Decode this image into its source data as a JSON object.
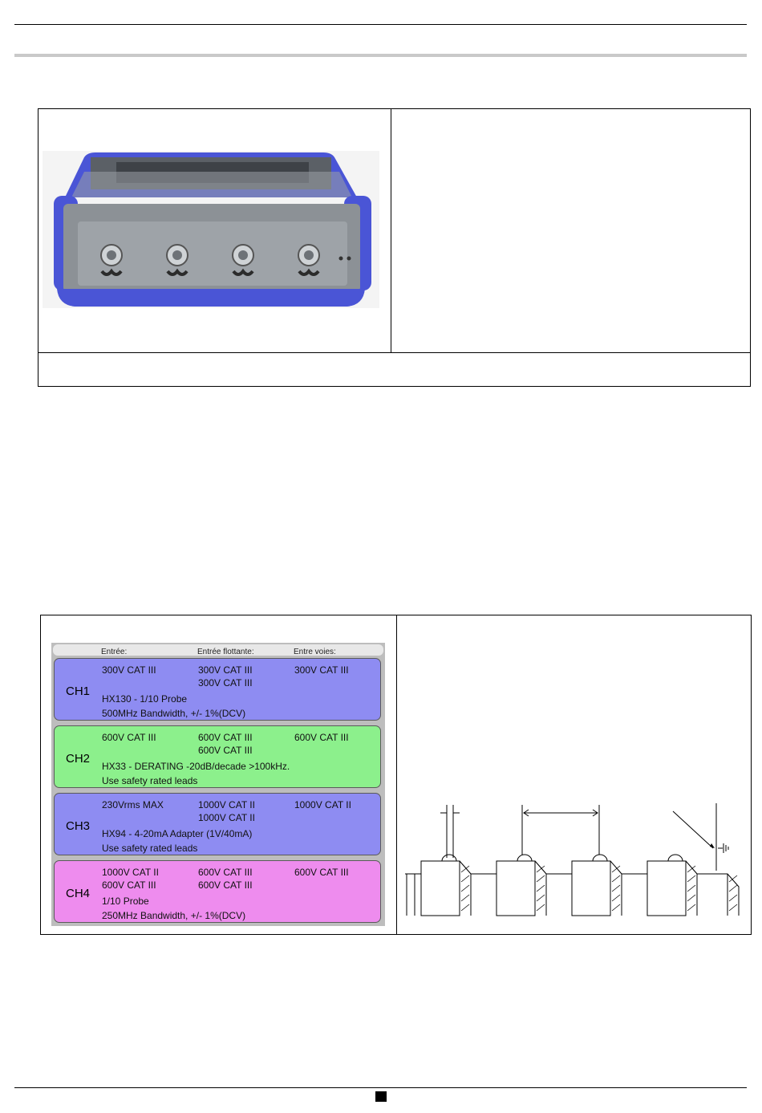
{
  "colors": {
    "ch1": "#8e8cf2",
    "ch2": "#8cf08c",
    "ch3": "#8e8cf2",
    "ch4": "#ee8cee",
    "device_blue": "#4a55d6",
    "device_gray": "#8c9196"
  },
  "panel": {
    "headers": [
      "Entrée:",
      "Entrée flottante:",
      "Entre voies:"
    ],
    "channels": [
      {
        "label": "CH1",
        "col1": [
          "300V CAT III"
        ],
        "col2": [
          "300V CAT III",
          "300V CAT III"
        ],
        "col3": [
          "300V CAT III"
        ],
        "notes": [
          "HX130 - 1/10 Probe",
          "500MHz Bandwidth, +/- 1%(DCV)"
        ]
      },
      {
        "label": "CH2",
        "col1": [
          "600V CAT III"
        ],
        "col2": [
          "600V CAT III",
          "600V CAT III"
        ],
        "col3": [
          "600V CAT III"
        ],
        "notes": [
          "HX33 - DERATING -20dB/decade >100kHz.",
          "Use safety rated leads"
        ]
      },
      {
        "label": "CH3",
        "col1": [
          "230Vrms MAX"
        ],
        "col2": [
          "1000V CAT II",
          "1000V CAT II"
        ],
        "col3": [
          "1000V CAT II"
        ],
        "notes": [
          "HX94 - 4-20mA Adapter (1V/40mA)",
          "Use safety rated leads"
        ]
      },
      {
        "label": "CH4",
        "col1": [
          "1000V CAT II",
          "600V CAT III"
        ],
        "col2": [
          "600V CAT III",
          "600V CAT III"
        ],
        "col3": [
          "600V CAT III"
        ],
        "notes": [
          "1/10 Probe",
          "250MHz Bandwidth, +/- 1%(DCV)"
        ]
      }
    ]
  }
}
